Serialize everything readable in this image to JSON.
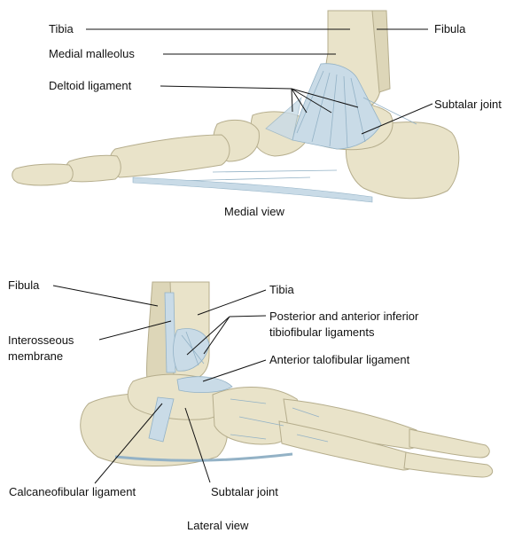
{
  "medial": {
    "labels": {
      "tibia": "Tibia",
      "fibula": "Fibula",
      "medial_malleolus": "Medial malleolus",
      "deltoid_ligament": "Deltoid ligament",
      "subtalar_joint": "Subtalar joint"
    },
    "caption": "Medial view"
  },
  "lateral": {
    "labels": {
      "fibula": "Fibula",
      "tibia": "Tibia",
      "interosseous_1": "Interosseous",
      "interosseous_2": "membrane",
      "tibiofibular_1": "Posterior and anterior inferior",
      "tibiofibular_2": "tibiofibular ligaments",
      "talofibular": "Anterior talofibular ligament",
      "calcaneofibular": "Calcaneofibular ligament",
      "subtalar_joint": "Subtalar joint"
    },
    "caption": "Lateral view"
  },
  "colors": {
    "bone": "#e9e3c9",
    "bone_outline": "#b5ad8c",
    "ligament": "#c9dbe7",
    "ligament_line": "#93b2c6",
    "leader": "#111111"
  }
}
